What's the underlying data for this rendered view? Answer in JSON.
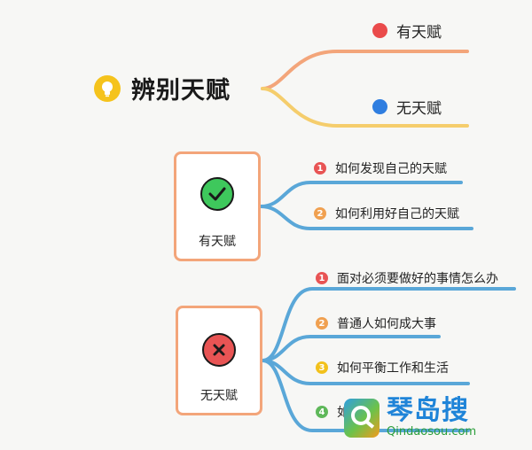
{
  "title": "辨别天赋",
  "top_branches": [
    {
      "label": "有天赋",
      "color": "#ea4b4b"
    },
    {
      "label": "无天赋",
      "color": "#2f7ee0"
    }
  ],
  "cards": [
    {
      "label": "有天赋",
      "icon": "check-icon",
      "icon_color": "#3ec85c",
      "items": [
        {
          "num": "1",
          "num_color": "#e85454",
          "text": "如何发现自己的天赋"
        },
        {
          "num": "2",
          "num_color": "#f0a050",
          "text": "如何利用好自己的天赋"
        }
      ]
    },
    {
      "label": "无天赋",
      "icon": "cross-icon",
      "icon_color": "#e85454",
      "items": [
        {
          "num": "1",
          "num_color": "#e85454",
          "text": "面对必须要做好的事情怎么办"
        },
        {
          "num": "2",
          "num_color": "#f0a050",
          "text": "普通人如何成大事"
        },
        {
          "num": "3",
          "num_color": "#f2c11c",
          "text": "如何平衡工作和生活"
        },
        {
          "num": "4",
          "num_color": "#5fb85a",
          "text": "如"
        }
      ]
    }
  ],
  "colors": {
    "upper_branch": "#f3a57a",
    "lower_branch": "#f5cd6c",
    "sub_branch": "#5aa7d8",
    "card_border": "#f3a57a"
  },
  "watermark": {
    "main": "琴岛搜",
    "sub": "Qindaosou.com"
  }
}
